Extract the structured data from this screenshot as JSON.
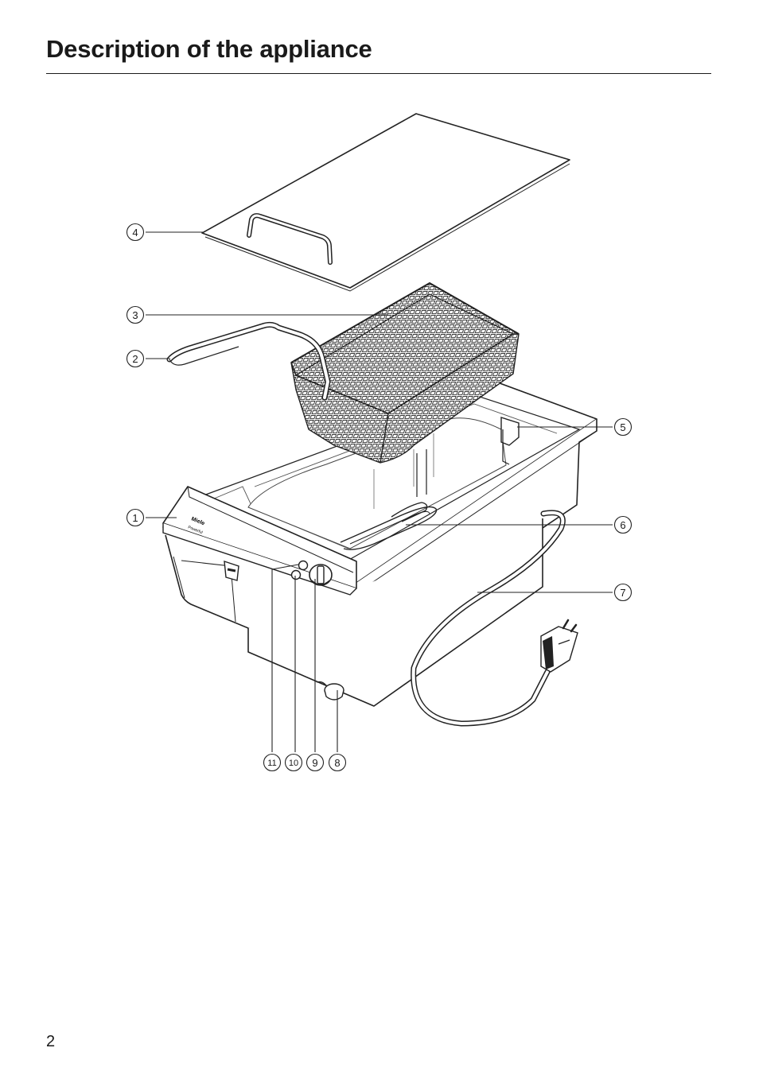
{
  "page": {
    "title": "Description of the appliance",
    "page_number": "2"
  },
  "appliance": {
    "brand_label": "Miele",
    "model_label": "Powerful"
  },
  "callouts": [
    {
      "id": "1",
      "label": "1"
    },
    {
      "id": "2",
      "label": "2"
    },
    {
      "id": "3",
      "label": "3"
    },
    {
      "id": "4",
      "label": "4"
    },
    {
      "id": "5",
      "label": "5"
    },
    {
      "id": "6",
      "label": "6"
    },
    {
      "id": "7",
      "label": "7"
    },
    {
      "id": "8",
      "label": "8"
    },
    {
      "id": "9",
      "label": "9"
    },
    {
      "id": "10",
      "label": "10"
    },
    {
      "id": "11",
      "label": "11"
    }
  ]
}
